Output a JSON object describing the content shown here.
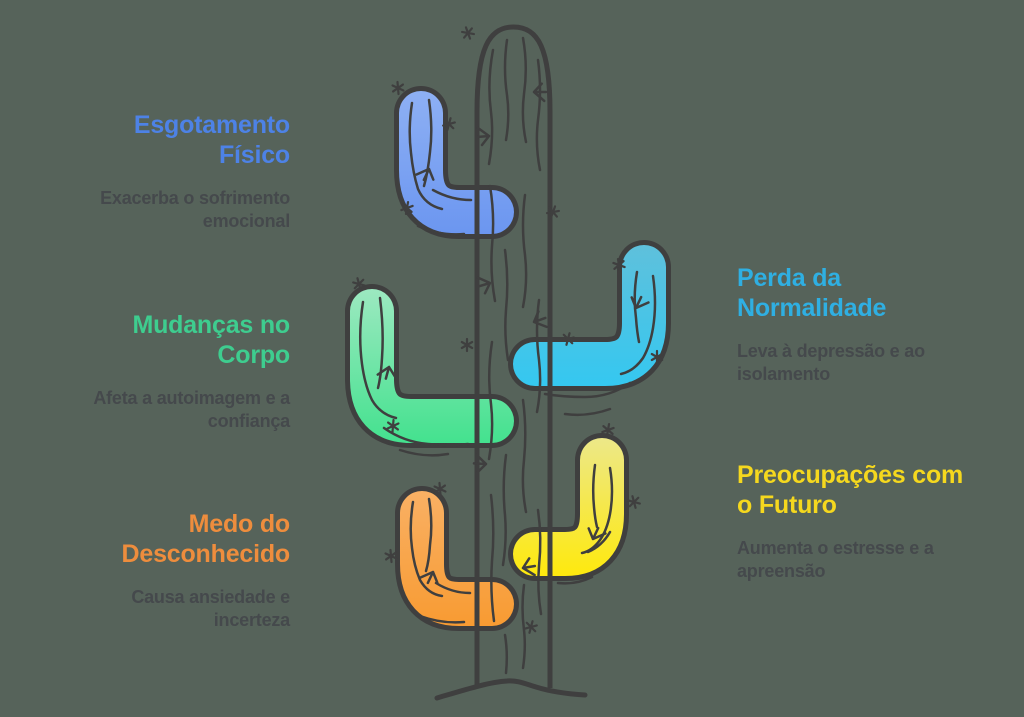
{
  "colors": {
    "background": "#56635a",
    "outline": "#3f3f3f",
    "subtitle_text": "#45494c",
    "trunk_top": "#d8d8d8",
    "trunk_bottom": "#cbcbcb",
    "ground": "#3f3f3f"
  },
  "items": [
    {
      "id": "esgotamento-fisico",
      "side": "left",
      "title": "Esgotamento Físico",
      "title_lines": [
        "Esgotamento",
        "Físico"
      ],
      "description": "Exacerba o sofrimento emocional",
      "description_lines": [
        "Exacerba o sofrimento",
        "emocional"
      ],
      "title_color": "#4d82e6",
      "arm": {
        "top": "#8fb1f4",
        "bottom": "#6a95f0"
      }
    },
    {
      "id": "mudancas-no-corpo",
      "side": "left",
      "title": "Mudanças no Corpo",
      "title_lines": [
        "Mudanças no",
        "Corpo"
      ],
      "description": "Afeta a autoimagem e a confiança",
      "description_lines": [
        "Afeta a autoimagem e a",
        "confiança"
      ],
      "title_color": "#3ecd8f",
      "arm": {
        "top": "#9fe9c2",
        "bottom": "#41e18d"
      }
    },
    {
      "id": "medo-do-desconhecido",
      "side": "left",
      "title": "Medo do Desconhecido",
      "title_lines": [
        "Medo do",
        "Desconhecido"
      ],
      "description": "Causa ansiedade e incerteza",
      "description_lines": [
        "Causa ansiedade e",
        "incerteza"
      ],
      "title_color": "#ee8d3d",
      "arm": {
        "top": "#f9b166",
        "bottom": "#f89a30"
      }
    },
    {
      "id": "perda-da-normalidade",
      "side": "right",
      "title": "Perda da Normalidade",
      "title_lines": [
        "Perda da",
        "Normalidade"
      ],
      "description": "Leva à depressão e ao isolamento",
      "description_lines": [
        "Leva à depressão e ao",
        "isolamento"
      ],
      "title_color": "#2fafe2",
      "arm": {
        "top": "#60c0db",
        "bottom": "#33c8f1"
      }
    },
    {
      "id": "preocupacoes-com-o-futuro",
      "side": "right",
      "title": "Preocupações com o Futuro",
      "title_lines": [
        "Preocupações com",
        "o Futuro"
      ],
      "description": "Aumenta o estresse e a apreensão",
      "description_lines": [
        "Aumenta o estresse e a",
        "apreensão"
      ],
      "title_color": "#f5d81e",
      "arm": {
        "top": "#ece88d",
        "bottom": "#ffe908"
      }
    }
  ]
}
